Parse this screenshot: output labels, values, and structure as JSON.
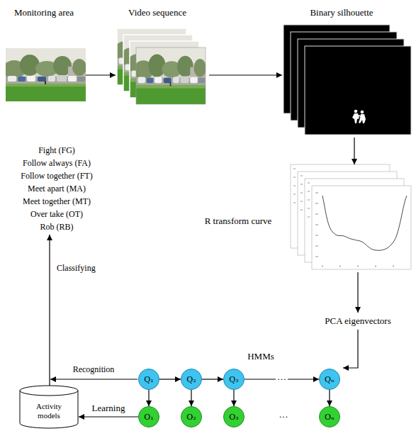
{
  "diagram": {
    "nodes": [
      {
        "text": [
          "Monitoring area"
        ]
      },
      {
        "text": [
          "Video sequence"
        ]
      },
      {
        "text": [
          "Binary silhouette"
        ]
      },
      {
        "text": [
          "R transform curve"
        ]
      },
      {
        "text": [
          "Q₁"
        ]
      },
      {
        "text": [
          "Q₂"
        ]
      },
      {
        "text": [
          "Q₃"
        ]
      },
      {
        "text": [
          "Qₙ"
        ]
      },
      {
        "text": [
          "O₁"
        ]
      },
      {
        "text": [
          "O₂"
        ]
      },
      {
        "text": [
          "O₃"
        ]
      },
      {
        "text": [
          "Oₙ"
        ]
      },
      {
        "text": [
          "Activity models"
        ]
      }
    ],
    "edges": [
      {
        "from": 0,
        "to": 1,
        "arrow": "to"
      },
      {
        "from": 1,
        "to": 2,
        "arrow": "to"
      },
      {
        "from": 2,
        "to": 3,
        "arrow": "to"
      },
      {
        "from": 4,
        "to": 5,
        "arrow": "to"
      },
      {
        "from": 5,
        "to": 6,
        "arrow": "to"
      },
      {
        "from": 6,
        "to": 7,
        "label": "···",
        "arrow": "to"
      },
      {
        "from": 4,
        "to": 8,
        "arrow": "to"
      },
      {
        "from": 5,
        "to": 9,
        "arrow": "to"
      },
      {
        "from": 6,
        "to": 10,
        "arrow": "to"
      },
      {
        "from": 7,
        "to": 11,
        "arrow": "to"
      },
      {
        "from": 8,
        "to": 12,
        "label": "Learning",
        "arrow": "to"
      }
    ],
    "labels": [
      "PCA eigenvectors",
      "HMMs",
      "···",
      "Recognition",
      "Classifying",
      "Fight (FG)",
      "Follow always (FA)",
      "Follow together (FT)",
      "Meet apart (MA)",
      "Meet together (MT)",
      "Over take (OT)",
      "Rob (RB)"
    ]
  }
}
